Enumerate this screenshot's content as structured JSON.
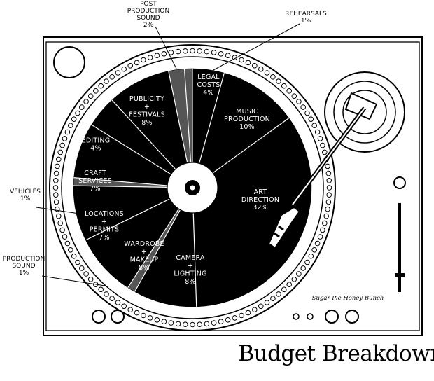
{
  "chart_data": {
    "type": "pie",
    "title": "Budget Breakdown",
    "credit": "Sugar Pie Honey Bunch",
    "slices": [
      {
        "lines": [
          "LEGAL",
          "COSTS"
        ],
        "value": 4,
        "value_label": "4%",
        "placement": "inside",
        "color": "#000000"
      },
      {
        "lines": [
          "MUSIC",
          "PRODUCTION"
        ],
        "value": 10,
        "value_label": "10%",
        "placement": "inside",
        "color": "#000000"
      },
      {
        "lines": [
          "ART",
          "DIRECTION"
        ],
        "value": 32,
        "value_label": "32%",
        "placement": "inside",
        "color": "#000000"
      },
      {
        "lines": [
          "CAMERA",
          "+",
          "LIGHTING"
        ],
        "value": 8,
        "value_label": "8%",
        "placement": "inside",
        "color": "#000000"
      },
      {
        "lines": [
          "PRODUCTION",
          "SOUND"
        ],
        "value": 1,
        "value_label": "1%",
        "placement": "outside",
        "color": "#555555"
      },
      {
        "lines": [
          "WARDROBE",
          "+",
          "MAKEUP"
        ],
        "value": 8,
        "value_label": "8%",
        "placement": "inside",
        "color": "#000000"
      },
      {
        "lines": [
          "LOCATIONS",
          "+",
          "PERMITS"
        ],
        "value": 7,
        "value_label": "7%",
        "placement": "inside",
        "color": "#000000"
      },
      {
        "lines": [
          "VEHICLES"
        ],
        "value": 1,
        "value_label": "1%",
        "placement": "outside",
        "color": "#555555"
      },
      {
        "lines": [
          "CRAFT",
          "SERVICES"
        ],
        "value": 7,
        "value_label": "7%",
        "placement": "inside",
        "color": "#000000"
      },
      {
        "lines": [
          "EDITING"
        ],
        "value": 4,
        "value_label": "4%",
        "placement": "inside",
        "color": "#000000"
      },
      {
        "lines": [
          "PUBLICITY",
          "+",
          "FESTIVALS"
        ],
        "value": 8,
        "value_label": "8%",
        "placement": "inside",
        "color": "#000000"
      },
      {
        "lines": [
          "POST",
          "PRODUCTION",
          "SOUND"
        ],
        "value": 2,
        "value_label": "2%",
        "placement": "outside",
        "color": "#555555"
      },
      {
        "lines": [
          "REHEARSALS"
        ],
        "value": 1,
        "value_label": "1%",
        "placement": "outside",
        "color": "#555555"
      }
    ]
  }
}
